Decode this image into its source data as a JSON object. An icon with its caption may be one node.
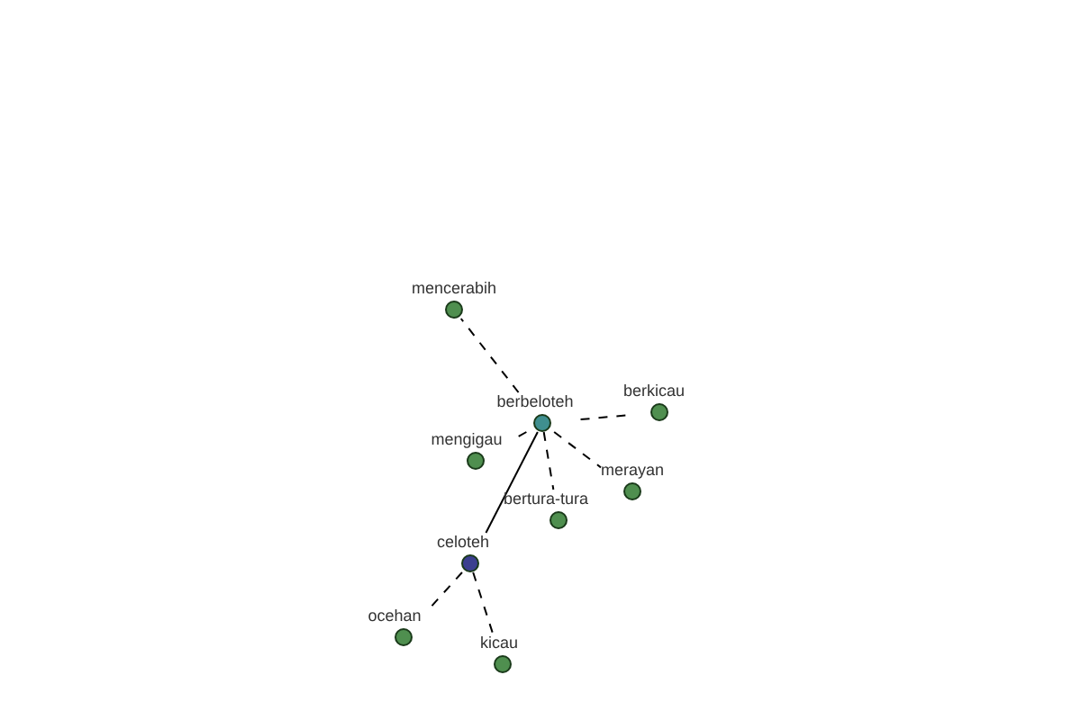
{
  "diagram": {
    "nodes": [
      {
        "text": [
          "mencerabih"
        ]
      },
      {
        "text": [
          "berbeloteh"
        ]
      },
      {
        "text": [
          "berkicau"
        ]
      },
      {
        "text": [
          "mengigau"
        ]
      },
      {
        "text": [
          "merayan"
        ]
      },
      {
        "text": [
          "bertura-tura"
        ]
      },
      {
        "text": [
          "celoteh"
        ]
      },
      {
        "text": [
          "ocehan"
        ]
      },
      {
        "text": [
          "kicau"
        ]
      }
    ],
    "edges": [
      {
        "from": 1,
        "to": 0,
        "arrow": "none",
        "style": "dashed"
      },
      {
        "from": 1,
        "to": 2,
        "arrow": "none",
        "style": "dashed"
      },
      {
        "from": 1,
        "to": 3,
        "arrow": "none",
        "style": "dashed"
      },
      {
        "from": 1,
        "to": 4,
        "arrow": "none",
        "style": "dashed"
      },
      {
        "from": 1,
        "to": 5,
        "arrow": "none",
        "style": "dashed"
      },
      {
        "from": 1,
        "to": 6,
        "arrow": "none"
      },
      {
        "from": 6,
        "to": 7,
        "arrow": "none",
        "style": "dashed"
      },
      {
        "from": 6,
        "to": 8,
        "arrow": "none",
        "style": "dashed"
      }
    ]
  }
}
